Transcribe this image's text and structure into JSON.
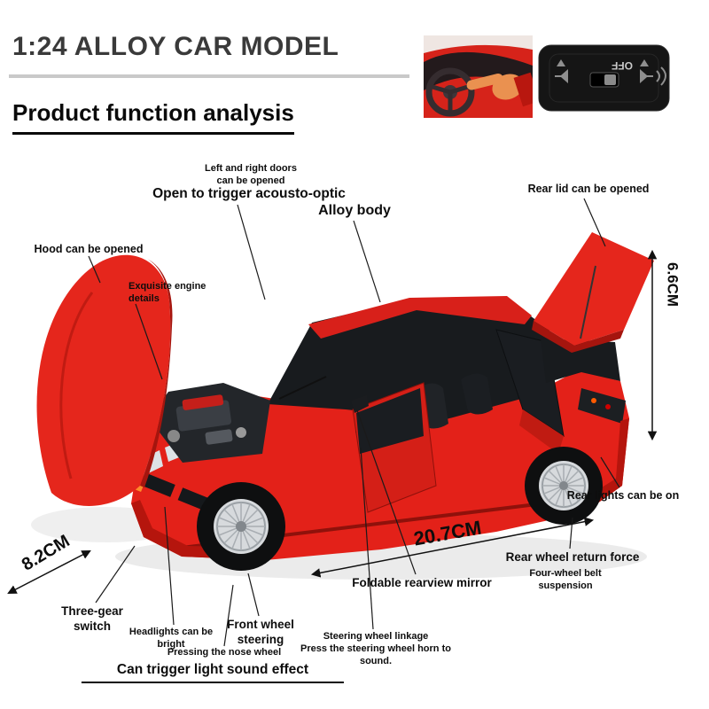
{
  "page": {
    "title": "1:24 ALLOY CAR MODEL",
    "subtitle": "Product function analysis"
  },
  "thumbnails": {
    "chassis_switch": {
      "off_label": "OFF"
    }
  },
  "callouts": {
    "doors_small": [
      "Left and right doors",
      "can be opened"
    ],
    "doors_main": "Open to trigger acousto-optic",
    "alloy_body": "Alloy body",
    "rear_lid": "Rear lid can be opened",
    "hood": "Hood can be opened",
    "engine": [
      "Exquisite engine",
      "details"
    ],
    "rear_lights": "Rear lights can be on",
    "rear_wheel_main": "Rear wheel return force",
    "rear_wheel_sub": [
      "Four-wheel belt",
      "suspension"
    ],
    "mirror": "Foldable rearview mirror",
    "three_gear": [
      "Three-gear",
      "switch"
    ],
    "headlights": [
      "Headlights can be",
      "bright"
    ],
    "front_wheel": [
      "Front wheel",
      "steering"
    ],
    "nose_wheel": "Pressing the nose wheel",
    "light_sound": "Can trigger light sound effect",
    "steering_linkage": [
      "Steering wheel linkage",
      "Press the steering wheel horn to",
      "sound."
    ]
  },
  "dimensions": {
    "height": "6.6CM",
    "length": "20.7CM",
    "width": "8.2CM"
  },
  "colors": {
    "car_red": "#e32119",
    "title": "#3a3a3a",
    "divider": "#c9c9c9"
  }
}
